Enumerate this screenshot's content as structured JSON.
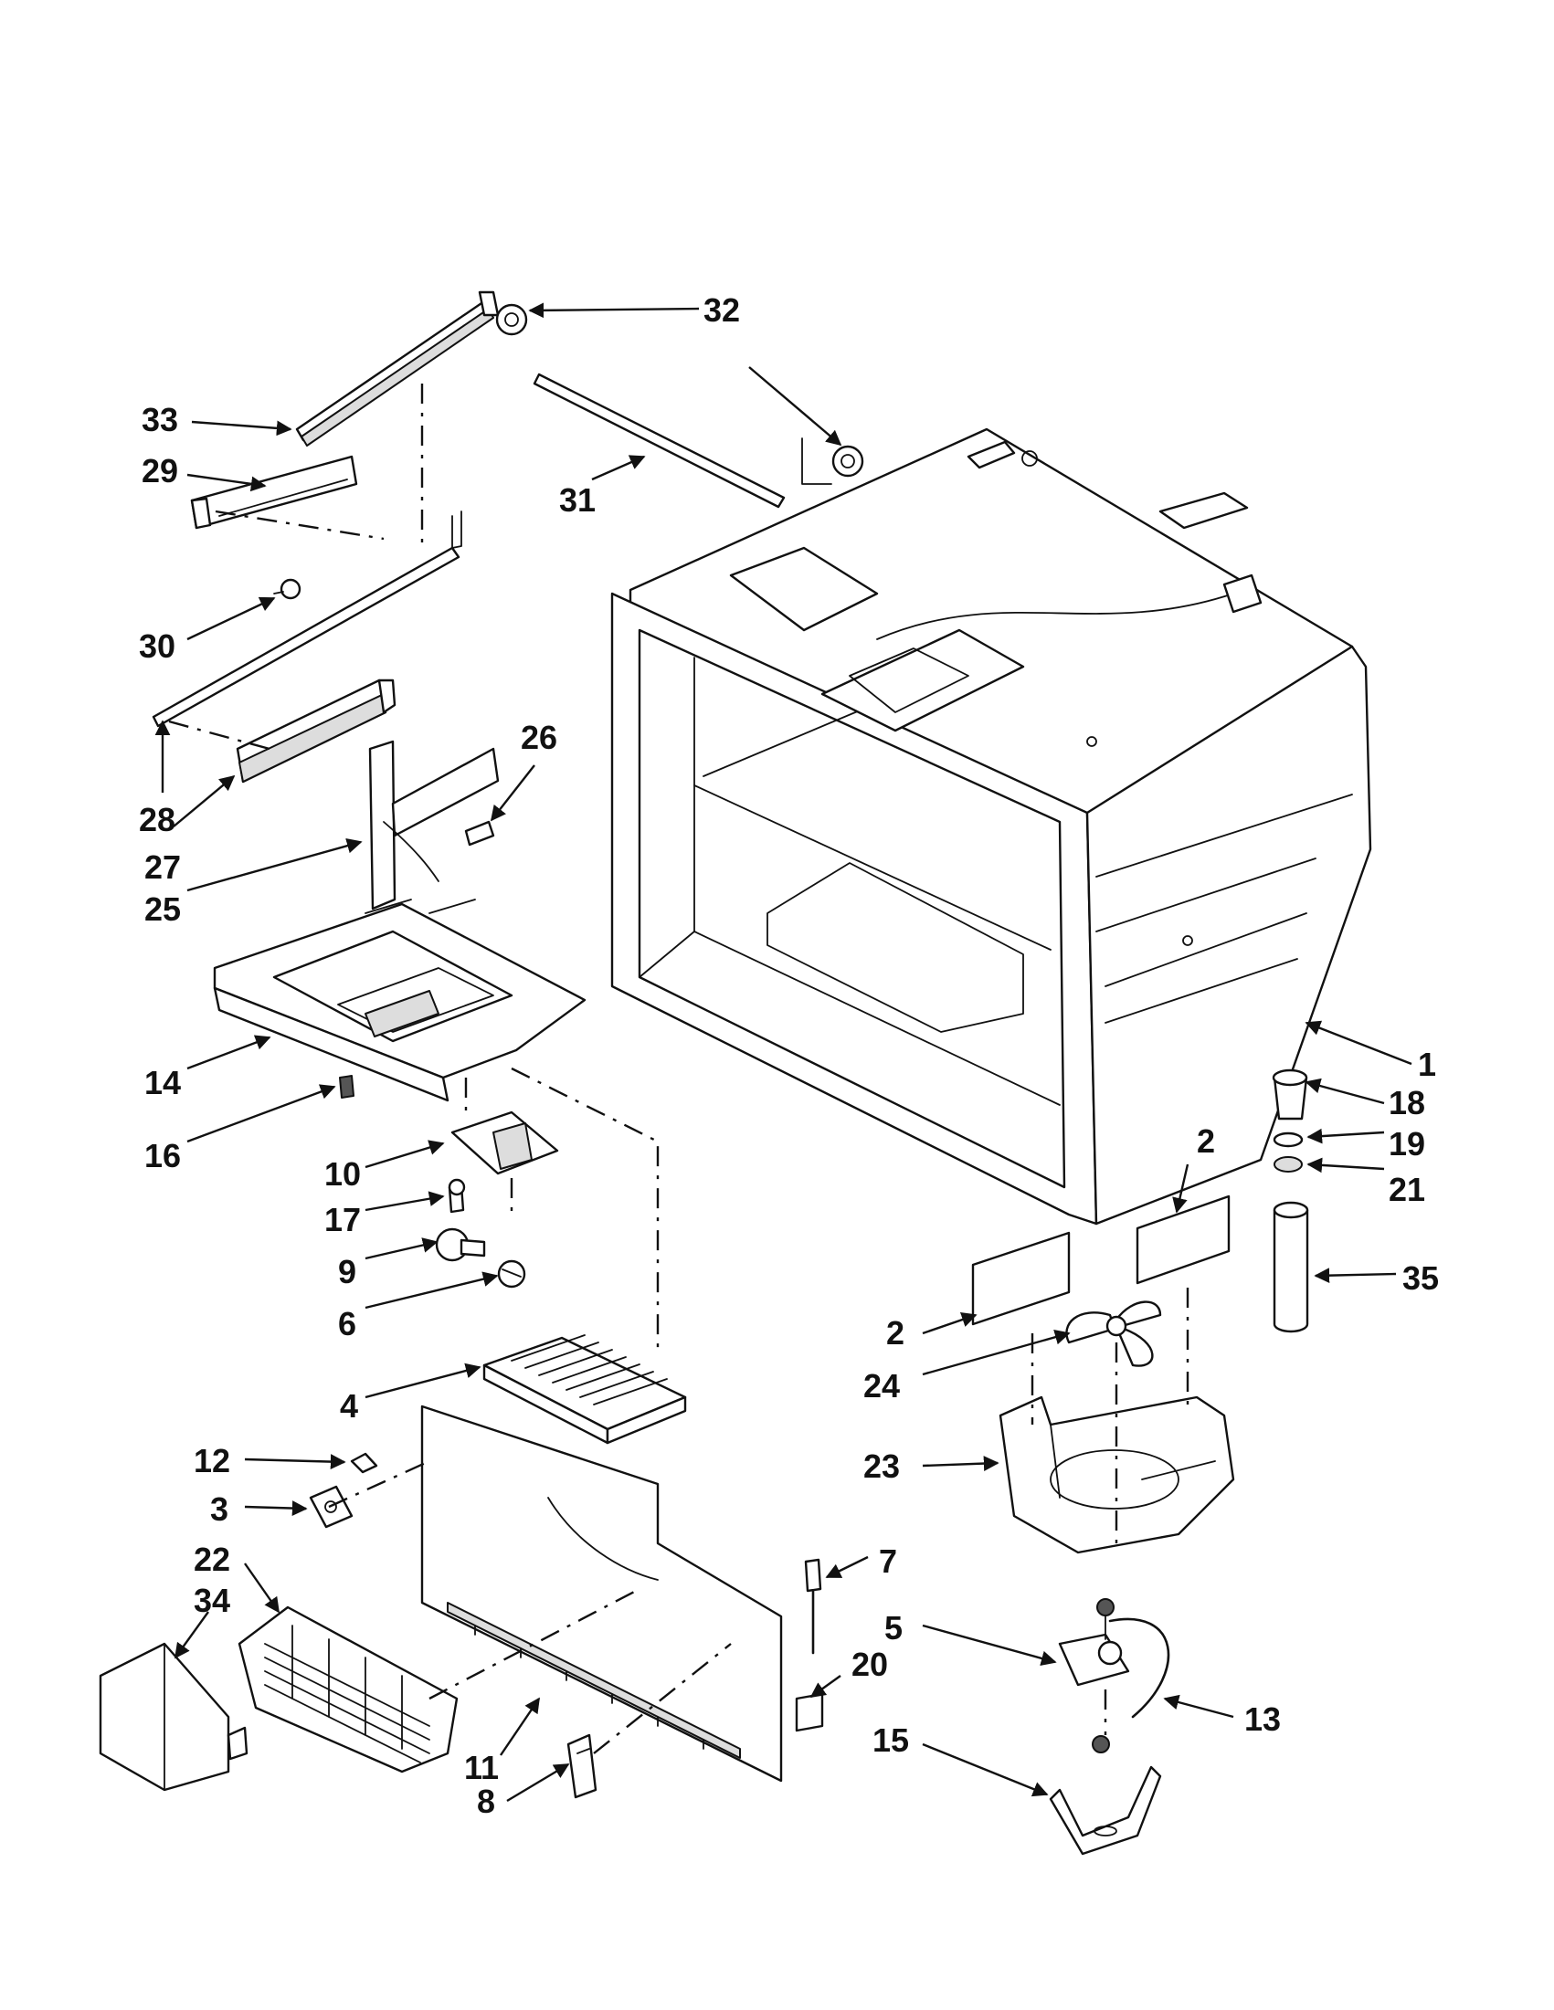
{
  "labels": {
    "p1": "1",
    "p2a": "2",
    "p2b": "2",
    "p3": "3",
    "p4": "4",
    "p5": "5",
    "p6": "6",
    "p7": "7",
    "p8": "8",
    "p9": "9",
    "p10": "10",
    "p11": "11",
    "p12": "12",
    "p13": "13",
    "p14": "14",
    "p15": "15",
    "p16": "16",
    "p17": "17",
    "p18": "18",
    "p19": "19",
    "p20": "20",
    "p21": "21",
    "p22": "22",
    "p23": "23",
    "p24": "24",
    "p25": "25",
    "p26": "26",
    "p27": "27",
    "p28": "28",
    "p29": "29",
    "p30": "30",
    "p31": "31",
    "p32": "32",
    "p33": "33",
    "p34": "34",
    "p35": "35"
  },
  "colors": {
    "line": "#111111",
    "background": "#ffffff"
  }
}
